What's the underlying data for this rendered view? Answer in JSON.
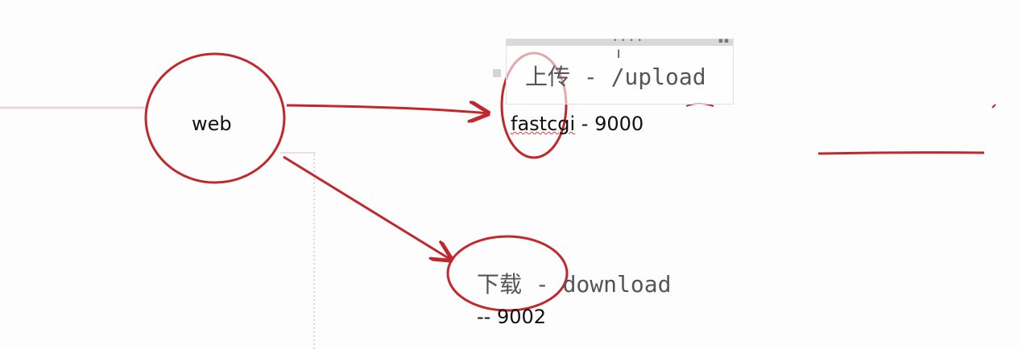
{
  "diagram": {
    "web_node": {
      "label": "web"
    },
    "upload": {
      "title": "上传 - /upload",
      "fastcgi_word": "fastcgi",
      "fastcgi_suffix": " - 9000"
    },
    "download": {
      "title": "下载 - download",
      "port": "-- 9002"
    },
    "colors": {
      "ink_red": "#c0282d",
      "text": "#111111",
      "text_muted": "#555555",
      "guide_line": "#d9c7c7"
    }
  }
}
